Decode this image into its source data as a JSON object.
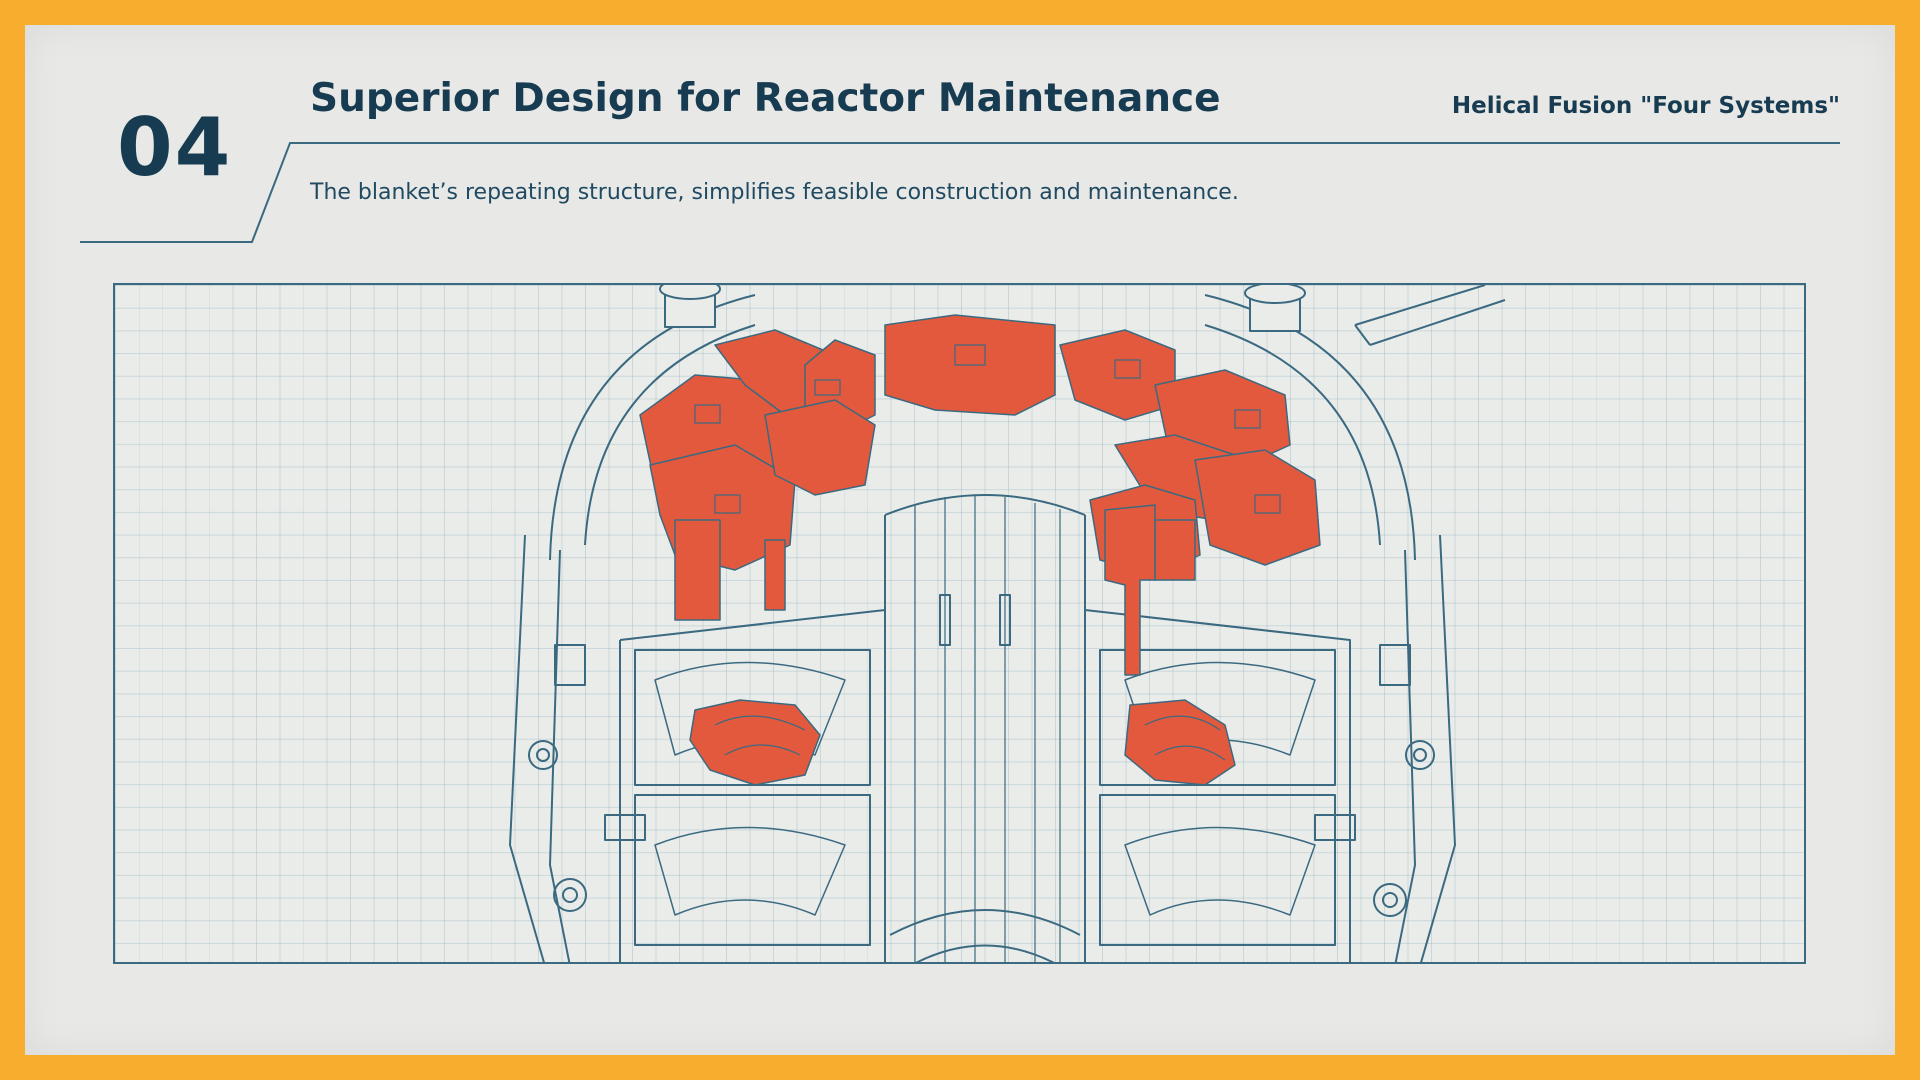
{
  "slide": {
    "number": "04",
    "title": "Superior Design for Reactor Maintenance",
    "series_label": "Helical Fusion \"Four Systems\"",
    "subtitle": "The blanket’s repeating structure, simplifies feasible construction and maintenance."
  },
  "colors": {
    "background": "#f8ad2e",
    "panel": "#e8e8e6",
    "ink": "#173c52",
    "line": "#3b6a80",
    "highlight": "#e2593e"
  },
  "illustration": {
    "icon": "reactor-blanket-cutaway-icon"
  }
}
